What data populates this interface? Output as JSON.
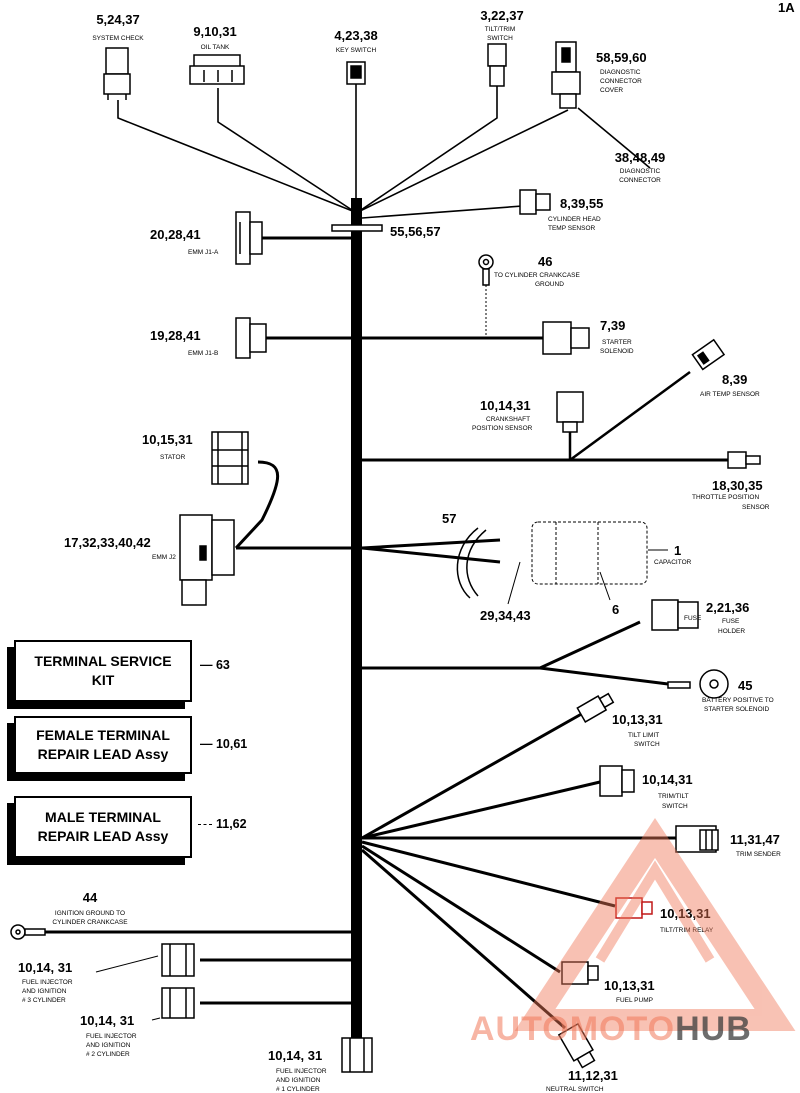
{
  "page_id": "1A",
  "components": {
    "system_check": {
      "ref": "5,24,37",
      "label": "SYSTEM CHECK"
    },
    "oil_tank": {
      "ref": "9,10,31",
      "label": "OIL TANK"
    },
    "key_switch": {
      "ref": "4,23,38",
      "label": "KEY SWITCH"
    },
    "tilt_trim_switch_top": {
      "ref": "3,22,37",
      "label1": "TILT/TRIM",
      "label2": "SWITCH"
    },
    "diagnostic_cover": {
      "ref": "58,59,60",
      "label1": "DIAGNOSTIC",
      "label2": "CONNECTOR",
      "label3": "COVER"
    },
    "diagnostic_connector": {
      "ref": "38,48,49",
      "label1": "DIAGNOSTIC",
      "label2": "CONNECTOR"
    },
    "cyl_head_temp": {
      "ref": "8,39,55",
      "label1": "CYLINDER HEAD",
      "label2": "TEMP SENSOR"
    },
    "clamp": {
      "ref": "55,56,57"
    },
    "emm_j1a": {
      "ref": "20,28,41",
      "label": "EMM J1-A"
    },
    "crankcase_ground": {
      "ref": "46",
      "label1": "TO CYLINDER CRANKCASE",
      "label2": "GROUND"
    },
    "starter_solenoid": {
      "ref": "7,39",
      "label1": "STARTER",
      "label2": "SOLENOID"
    },
    "emm_j1b": {
      "ref": "19,28,41",
      "label": "EMM J1-B"
    },
    "air_temp": {
      "ref": "8,39",
      "label": "AIR TEMP SENSOR"
    },
    "crankshaft": {
      "ref": "10,14,31",
      "label1": "CRANKSHAFT",
      "label2": "POSITION SENSOR"
    },
    "stator": {
      "ref": "10,15,31",
      "label": "STATOR"
    },
    "throttle": {
      "ref": "18,30,35",
      "label1": "THROTTLE POSITION",
      "label2": "SENSOR"
    },
    "strap": {
      "ref": "57"
    },
    "emm_j2": {
      "ref": "17,32,33,40,42",
      "label": "EMM J2"
    },
    "capacitor": {
      "ref": "1",
      "label": "CAPACITOR"
    },
    "cap_parts": {
      "ref": "29,34,43"
    },
    "cap_bracket": {
      "ref": "6"
    },
    "fuse_holder": {
      "ref": "2,21,36",
      "label1": "FUSE",
      "label2": "HOLDER",
      "fuse_text": "FUSE"
    },
    "battery": {
      "ref": "45",
      "label1": "BATTERY POSITIVE TO",
      "label2": "STARTER SOLENOID"
    },
    "tilt_limit": {
      "ref": "10,13,31",
      "label1": "TILT LIMIT",
      "label2": "SWITCH"
    },
    "trim_tilt_switch": {
      "ref": "10,14,31",
      "label1": "TRIM/TILT",
      "label2": "SWITCH"
    },
    "trim_sender": {
      "ref": "11,31,47",
      "label": "TRIM SENDER"
    },
    "ignition_ground": {
      "ref": "44",
      "label1": "IGNITION GROUND TO",
      "label2": "CYLINDER CRANKCASE"
    },
    "tilt_trim_relay": {
      "ref": "10,13,31",
      "label": "TILT/TRIM RELAY"
    },
    "fuel_inj_3": {
      "ref": "10,14, 31",
      "label1": "FUEL INJECTOR",
      "label2": "AND IGNITION",
      "label3": "# 3 CYLINDER"
    },
    "fuel_pump": {
      "ref": "10,13,31",
      "label": "FUEL PUMP"
    },
    "fuel_inj_2": {
      "ref": "10,14, 31",
      "label1": "FUEL INJECTOR",
      "label2": "AND IGNITION",
      "label3": "# 2 CYLINDER"
    },
    "fuel_inj_1": {
      "ref": "10,14, 31",
      "label1": "FUEL INJECTOR",
      "label2": "AND IGNITION",
      "label3": "# 1 CYLINDER"
    },
    "neutral_switch": {
      "ref": "11,12,31",
      "label": "NEUTRAL SWITCH"
    }
  },
  "kits": [
    {
      "line1": "TERMINAL SERVICE",
      "line2": "KIT",
      "ref": "— 63"
    },
    {
      "line1": "FEMALE TERMINAL",
      "line2": "REPAIR LEAD Assy",
      "ref": "— 10,61"
    },
    {
      "line1": "MALE TERMINAL",
      "line2": "REPAIR LEAD Assy",
      "ref": "11,62"
    }
  ],
  "watermark": {
    "part1": "AUTO",
    "part2": "MOTO",
    "part3": "HUB"
  },
  "colors": {
    "line": "#000000",
    "highlight": "#e02020",
    "watermark": "#f07858"
  }
}
